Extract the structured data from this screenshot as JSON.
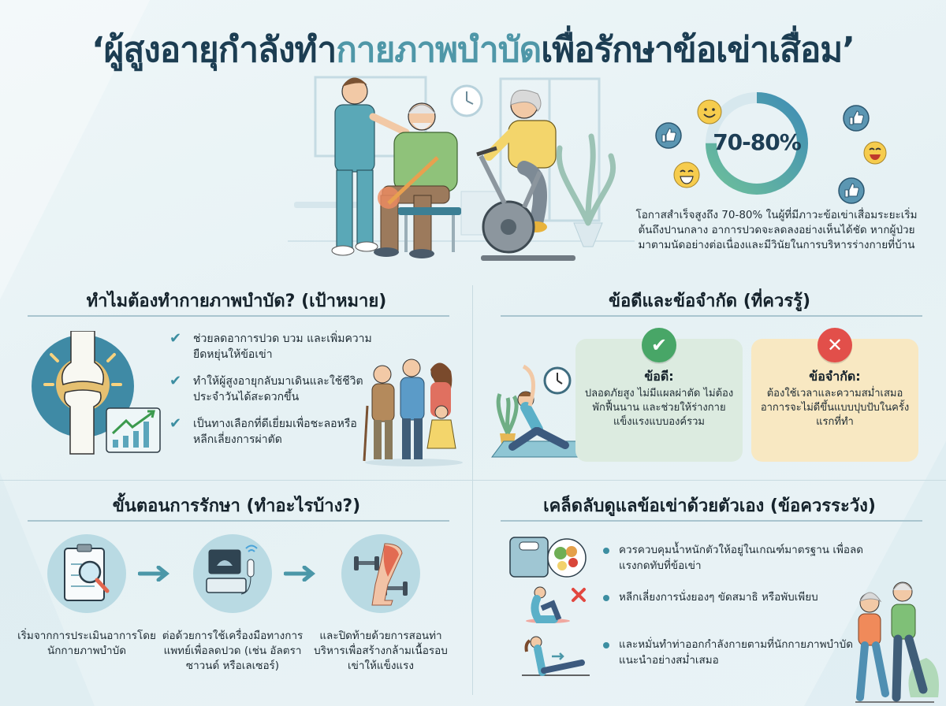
{
  "title": {
    "part1": "‘ผู้สูงอายุกำลังทำ",
    "accent": "กายภาพบำบัด",
    "part2": "เพื่อรักษาข้อเข่าเสื่อม’"
  },
  "hero": {
    "illustration": "therapist-assisting-elderly-man-with-resistance-band-and-elderly-woman-on-exercise-bike"
  },
  "stat": {
    "value": "70-80%",
    "ring_percent": 75,
    "description": "โอกาสสำเร็จสูงถึง 70-80% ในผู้ที่มีภาวะข้อเข่าเสื่อมระยะเริ่มต้นถึงปานกลาง อาการปวดจะลดลงอย่างเห็นได้ชัด หากผู้ป่วยมาตามนัดอย่างต่อเนื่องและมีวินัยในการบริหารร่างกายที่บ้าน",
    "icons": [
      "smile-emoji",
      "thumbs-up-icon",
      "grin-emoji",
      "thumbs-up-icon",
      "laugh-emoji",
      "thumbs-up-icon"
    ],
    "colors": {
      "ring_start": "#6dbf9b",
      "ring_end": "#3f8db5",
      "ring_track": "#d7e8ee"
    }
  },
  "why": {
    "title": "ทำไมต้องทำกายภาพบำบัด? (เป้าหมาย)",
    "items": [
      "ช่วยลดอาการปวด บวม และเพิ่มความยืดหยุ่นให้ข้อเข่า",
      "ทำให้ผู้สูงอายุกลับมาเดินและใช้ชีวิตประจำวันได้สะดวกขึ้น",
      "เป็นทางเลือกที่ดีเยี่ยมเพื่อชะลอหรือหลีกเลี่ยงการผ่าตัด"
    ],
    "check_symbol": "✔"
  },
  "proscons": {
    "title": "ข้อดีและข้อจำกัด (ที่ควรรู้)",
    "pro": {
      "symbol": "✔",
      "heading": "ข้อดี:",
      "body": "ปลอดภัยสูง ไม่มีแผลผ่าตัด ไม่ต้องพักฟื้นนาน และช่วยให้ร่างกายแข็งแรงแบบองค์รวม"
    },
    "con": {
      "symbol": "✕",
      "heading": "ข้อจำกัด:",
      "body": "ต้องใช้เวลาและความสม่ำเสมอ อาการจะไม่ดีขึ้นแบบปุบปับในครั้งแรกที่ทำ"
    }
  },
  "steps": {
    "title": "ขั้นตอนการรักษา (ทำอะไรบ้าง?)",
    "items": [
      {
        "icon": "clipboard-magnifier-icon",
        "text": "เริ่มจากการประเมินอาการโดยนักกายภาพบำบัด"
      },
      {
        "icon": "ultrasound-machine-icon",
        "text": "ต่อด้วยการใช้เครื่องมือทางการแพทย์เพื่อลดปวด (เช่น อัลตราซาวนด์ หรือเลเซอร์)"
      },
      {
        "icon": "leg-muscle-dumbbell-icon",
        "text": "และปิดท้ายด้วยการสอนท่าบริหารเพื่อสร้างกล้ามเนื้อรอบเข่าให้แข็งแรง"
      }
    ]
  },
  "tips": {
    "title": "เคล็ดลับดูแลข้อเข่าด้วยตัวเอง (ข้อควรระวัง)",
    "items": [
      {
        "icon": "scale-and-salad-icon",
        "text": "ควรควบคุมน้ำหนักตัวให้อยู่ในเกณฑ์มาตรฐาน เพื่อลดแรงกดทับที่ข้อเข่า"
      },
      {
        "icon": "sitting-cross-out-icon",
        "text": "หลีกเลี่ยงการนั่งยองๆ ขัดสมาธิ หรือพับเพียบ"
      },
      {
        "icon": "leg-raise-exercise-icon",
        "text": "และหมั่นทำท่าออกกำลังกายตามที่นักกายภาพบำบัดแนะนำอย่างสม่ำเสมอ"
      }
    ]
  }
}
